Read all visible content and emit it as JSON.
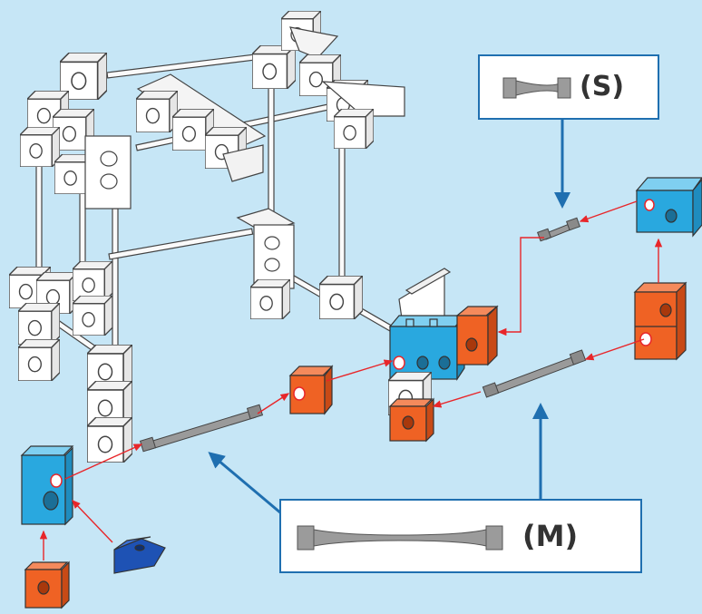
{
  "callouts": {
    "short_axle": {
      "label": "(S)"
    },
    "medium_axle": {
      "label": "(M)"
    }
  },
  "colors": {
    "background": "#c6e6f6",
    "frame_block": "#ffffff",
    "frame_outline": "#444444",
    "blue_block": "#29a8df",
    "orange_block": "#ef6224",
    "navy_wedge": "#1e52b4",
    "axle_grey": "#8a8a8a",
    "arrow_red": "#e8262a",
    "pointer_blue": "#1f6fb0"
  },
  "parts": [
    {
      "name": "blue-block-3hole",
      "color": "blue"
    },
    {
      "name": "orange-cube-block",
      "color": "orange"
    },
    {
      "name": "navy-wedge",
      "color": "navy"
    },
    {
      "name": "axle-short",
      "size": "S"
    },
    {
      "name": "axle-medium",
      "size": "M"
    }
  ]
}
